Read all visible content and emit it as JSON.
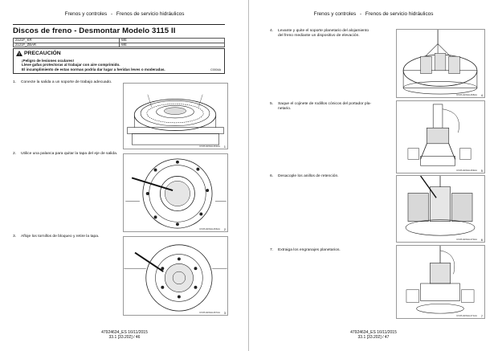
{
  "running_head": {
    "section": "Frenos y controles",
    "dash": "-",
    "subsection": "Frenos de servicio hidráulicos"
  },
  "left_page": {
    "title": "Discos de freno - Desmontar Modelo 3115 II",
    "id_table": [
      {
        "model": "2121F_KR",
        "code": "WE"
      },
      {
        "model": "2121F_ZBAR",
        "code": "WE"
      }
    ],
    "caution": {
      "title": "PRECAUCIÓN",
      "lines": [
        "¡Peligro de lesiones oculares!",
        "Lleve gafas protectoras al trabajar con aire comprimido.",
        "El incumplimiento de estas normas podría dar lugar a heridas leves o moderadas."
      ],
      "code": "C0004A"
    },
    "steps": [
      {
        "number": "1.",
        "text": "Conecte la salida a un soporte de trabajo adecuado.",
        "figure_code": "RCPH11WHL463AA",
        "figure_number": "1"
      },
      {
        "number": "2.",
        "text": "Utilice una palanca para quitar la tapa del eje de salida.",
        "figure_code": "RCPH11WHL466AA",
        "figure_number": "2"
      },
      {
        "number": "3.",
        "text": "Afloje los tornillos de bloqueo y retire la tapa.",
        "figure_code": "RCPH11WHL467AA",
        "figure_number": "3"
      }
    ],
    "footer": {
      "doc": "47924634_ES 16/11/2015",
      "page": "33.1 [33.202] / 46"
    }
  },
  "right_page": {
    "steps": [
      {
        "number": "4.",
        "text_lines": [
          "Levante y quite el soporte planetario del alojamiento",
          "del freno mediante un dispositivo de elevación."
        ],
        "figure_code": "RCPH11WHL468AA",
        "figure_number": "4"
      },
      {
        "number": "5.",
        "text_lines": [
          "Saque el cojinete de rodillos cónicos del portador pla-",
          "netario."
        ],
        "figure_code": "RCPH11WHL469AA",
        "figure_number": "5"
      },
      {
        "number": "6.",
        "text_lines": [
          "Desacople los anillos de retención."
        ],
        "figure_code": "RCPH11WHL470AA",
        "figure_number": "6"
      },
      {
        "number": "7.",
        "text_lines": [
          "Extraiga los engranajes planetarios."
        ],
        "figure_code": "RCPH11WHL471AA",
        "figure_number": "7"
      }
    ],
    "footer": {
      "doc": "47924634_ES 16/11/2015",
      "page": "33.1 [33.202] / 47"
    }
  }
}
